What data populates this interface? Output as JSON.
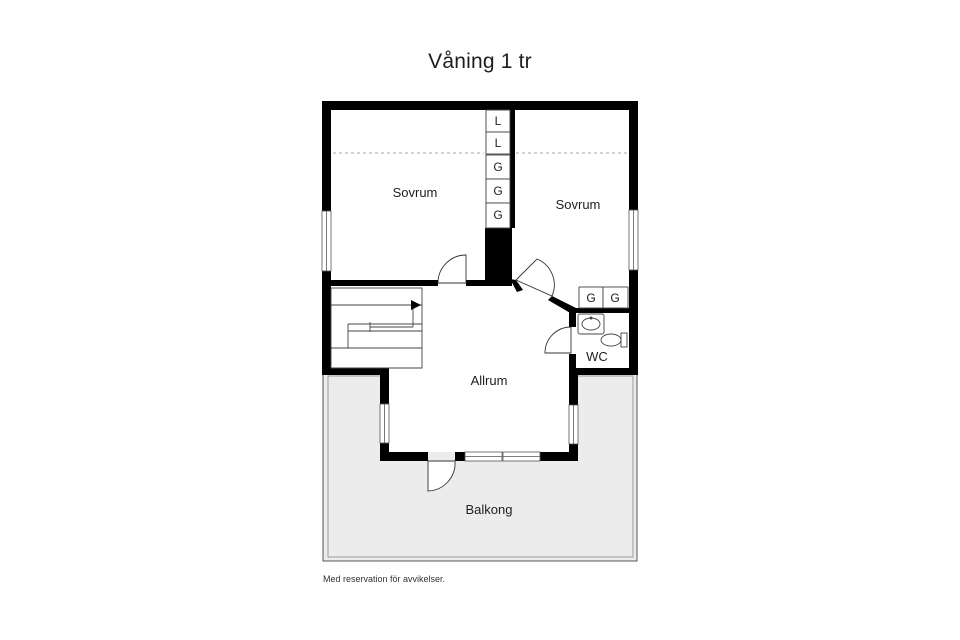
{
  "floor_title": "Våning 1 tr",
  "rooms": {
    "bedroom_left": "Sovrum",
    "bedroom_right": "Sovrum",
    "living": "Allrum",
    "wc": "WC",
    "balcony": "Balkong"
  },
  "storage_column": [
    "L",
    "L",
    "G",
    "G",
    "G"
  ],
  "storage_row": [
    "G",
    "G"
  ],
  "disclaimer": "Med reservation för avvikelser.",
  "colors": {
    "wall": "#000000",
    "balcony_fill": "#ececec",
    "line": "#444444"
  }
}
